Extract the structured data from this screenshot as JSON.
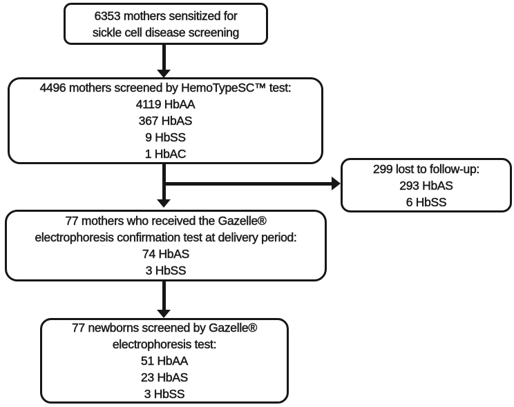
{
  "diagram": {
    "type": "flowchart",
    "ink_color": "#161616",
    "background_color": "#ffffff",
    "boxes": {
      "sensitized": {
        "lines": [
          "6353 mothers sensitized for",
          "sickle cell disease screening"
        ]
      },
      "screened": {
        "lines": [
          "4496 mothers screened by HemoTypeSC™ test:",
          "4119 HbAA",
          "367 HbAS",
          "9 HbSS",
          "1 HbAC"
        ]
      },
      "lost": {
        "lines": [
          "299 lost to follow-up:",
          "293 HbAS",
          "6 HbSS"
        ]
      },
      "confirmation": {
        "lines": [
          "77 mothers who received the Gazelle®",
          "electrophoresis confirmation test at delivery period:",
          "74 HbAS",
          "3 HbSS"
        ]
      },
      "newborns": {
        "lines": [
          "77 newborns screened by Gazelle®",
          "electrophoresis test:",
          "51 HbAA",
          "23 HbAS",
          "3 HbSS"
        ]
      }
    },
    "edges": [
      {
        "from": "sensitized",
        "to": "screened"
      },
      {
        "from": "screened",
        "to": "confirmation"
      },
      {
        "from": "screened",
        "to": "lost"
      },
      {
        "from": "confirmation",
        "to": "newborns"
      }
    ]
  }
}
